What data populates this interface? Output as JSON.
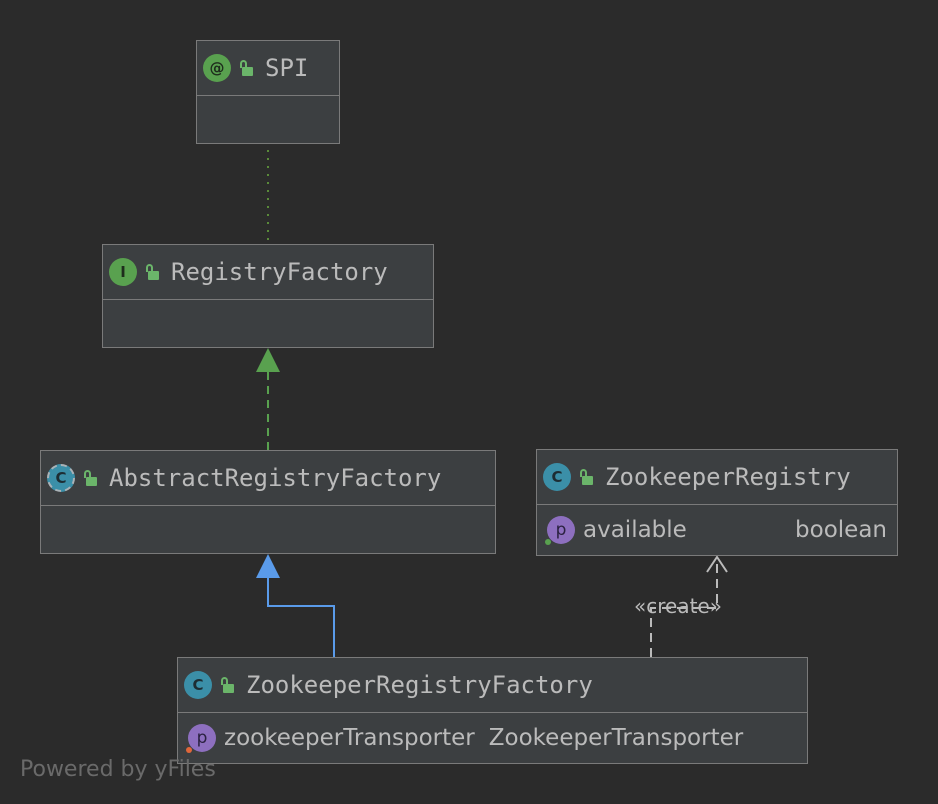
{
  "nodes": {
    "spi": {
      "title": "SPI",
      "kind": "annotation",
      "kind_letter": "@"
    },
    "registry_factory": {
      "title": "RegistryFactory",
      "kind": "interface",
      "kind_letter": "I"
    },
    "abstract_registry_factory": {
      "title": "AbstractRegistryFactory",
      "kind": "abstract-class",
      "kind_letter": "C"
    },
    "zookeeper_registry": {
      "title": "ZookeeperRegistry",
      "kind": "class",
      "kind_letter": "C",
      "fields": [
        {
          "badge": "p",
          "name": "available",
          "type": "boolean"
        }
      ]
    },
    "zookeeper_registry_factory": {
      "title": "ZookeeperRegistryFactory",
      "kind": "class",
      "kind_letter": "C",
      "fields": [
        {
          "badge": "p",
          "name": "zookeeperTransporter",
          "type": "ZookeeperTransporter"
        }
      ]
    }
  },
  "edges": {
    "create_label": "«create»"
  },
  "colors": {
    "background": "#2b2b2b",
    "node_fill": "#3c3f41",
    "annotation_link": "#5a8a3a",
    "implements": "#59a14f",
    "extends": "#5a9bea",
    "dependency": "#bbbbbb"
  },
  "watermark": "Powered by yFiles"
}
